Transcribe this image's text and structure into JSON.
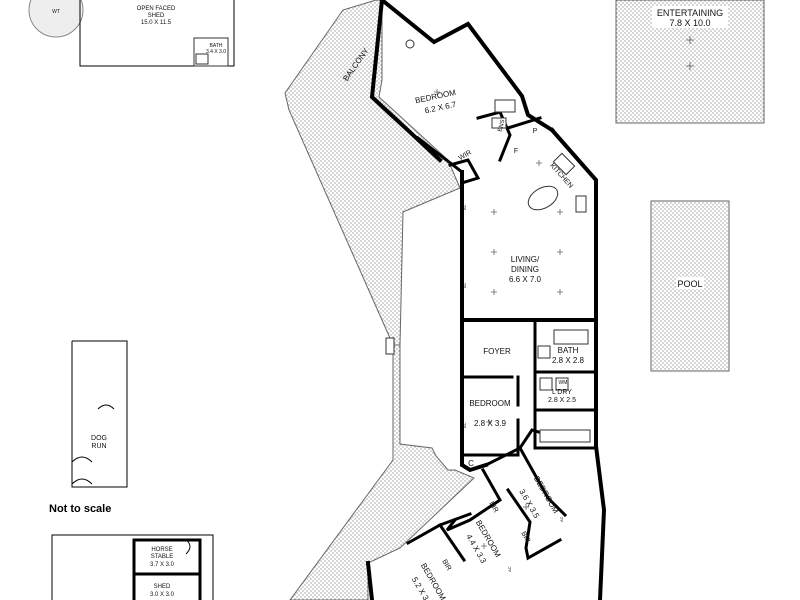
{
  "rooms": {
    "wt": "WT",
    "shed_open_name_1": "OPEN FACED",
    "shed_open_name_2": "SHED",
    "shed_open_size": "15.0 X 11.5",
    "shed_bath_name": "BATH",
    "shed_bath_size": "3.4 X 3.0",
    "entertaining_name": "ENTERTAINING",
    "entertaining_size": "7.8 X 10.0",
    "balcony": "BALCONY",
    "bedroom_top_name": "BEDROOM",
    "bedroom_top_size": "6.2 X 6.7",
    "ens": "ENS",
    "wir": "WIR",
    "f": "F",
    "p": "P",
    "kitchen": "KITCHEN",
    "living_name_1": "LIVING/",
    "living_name_2": "DINING",
    "living_size": "6.6 X 7.0",
    "pool": "POOL",
    "foyer": "FOYER",
    "bath_name": "BATH",
    "bath_size": "2.8 X 2.8",
    "wm": "WM",
    "laundry_name": "L'DRY",
    "laundry_size": "2.8 X 2.5",
    "bedroom_small_name": "BEDROOM",
    "bedroom_small_size": "2.8 X 3.9",
    "c": "C",
    "dog_run_1": "DOG",
    "dog_run_2": "RUN",
    "bedroom_36_name": "BEDROOM",
    "bedroom_36_size": "3.6 X 3.5",
    "bir_1": "BIR",
    "bir_2": "BIR",
    "bedroom_44_name": "BEDROOM",
    "bedroom_44_size": "4.4 X 3.3",
    "bir_3": "BIR",
    "bedroom_52_name": "BEDROOM",
    "bedroom_52_size": "5.2 X 3",
    "horse_stable_name": "HORSE",
    "horse_stable_name_2": "STABLE",
    "horse_stable_size": "3.7 X 3.0",
    "shed_name": "SHED",
    "shed_size": "3.0 X 3.0",
    "ac": "AC"
  },
  "note": "Not to scale"
}
